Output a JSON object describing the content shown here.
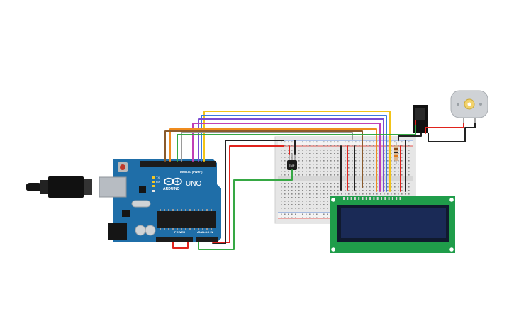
{
  "arduino": {
    "model_text": "UNO",
    "brand_text": "ARDUINO",
    "digital_label": "DIGITAL (PWM~)",
    "power_label": "POWER",
    "analog_label": "ANALOG IN",
    "tx_label": "TX",
    "rx_label": "RX",
    "board_color": "#1f6ea8",
    "header_color": "#1c1c1c"
  },
  "sensor": {
    "label": "TMP"
  },
  "lcd": {
    "board_color": "#1f9d4a",
    "screen_color": "#1a2a56"
  },
  "motor": {
    "shaft_color": "#f2d26b"
  },
  "wire_colors": {
    "red": "#e0231c",
    "black": "#222222",
    "green": "#36a844",
    "yellow": "#f2c418",
    "orange": "#f08c1e",
    "magenta": "#c03fb7",
    "purple": "#7a4bd1",
    "blue": "#3c7be0",
    "brown": "#8a5a2b",
    "grey": "#9a9a9a"
  }
}
